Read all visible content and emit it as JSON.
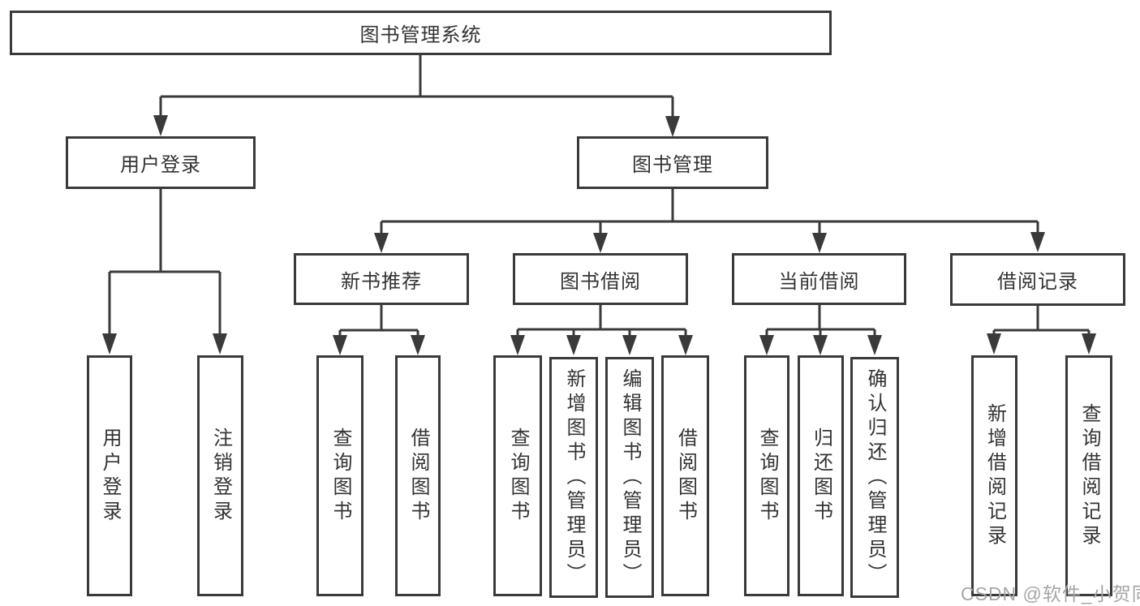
{
  "diagram": {
    "root": {
      "label": "图书管理系统",
      "children": [
        {
          "label": "用户登录",
          "children": [
            {
              "label": "用户登录"
            },
            {
              "label": "注销登录"
            }
          ]
        },
        {
          "label": "图书管理",
          "children": [
            {
              "label": "新书推荐",
              "children": [
                {
                  "label": "查询图书"
                },
                {
                  "label": "借阅图书"
                }
              ]
            },
            {
              "label": "图书借阅",
              "children": [
                {
                  "label": "查询图书"
                },
                {
                  "label": "新增图书（管理员）"
                },
                {
                  "label": "编辑图书（管理员）"
                },
                {
                  "label": "借阅图书"
                }
              ]
            },
            {
              "label": "当前借阅",
              "children": [
                {
                  "label": "查询图书"
                },
                {
                  "label": "归还图书"
                },
                {
                  "label": "确认归还（管理员）"
                }
              ]
            },
            {
              "label": "借阅记录",
              "children": [
                {
                  "label": "新增借阅记录"
                },
                {
                  "label": "查询借阅记录"
                }
              ]
            }
          ]
        }
      ]
    }
  },
  "watermark": {
    "text": "CSDN @软件_小贺同学"
  },
  "colors": {
    "line": "#3a3a3a",
    "text": "#333333",
    "watermark": "#a6a6a6",
    "background": "#ffffff"
  }
}
